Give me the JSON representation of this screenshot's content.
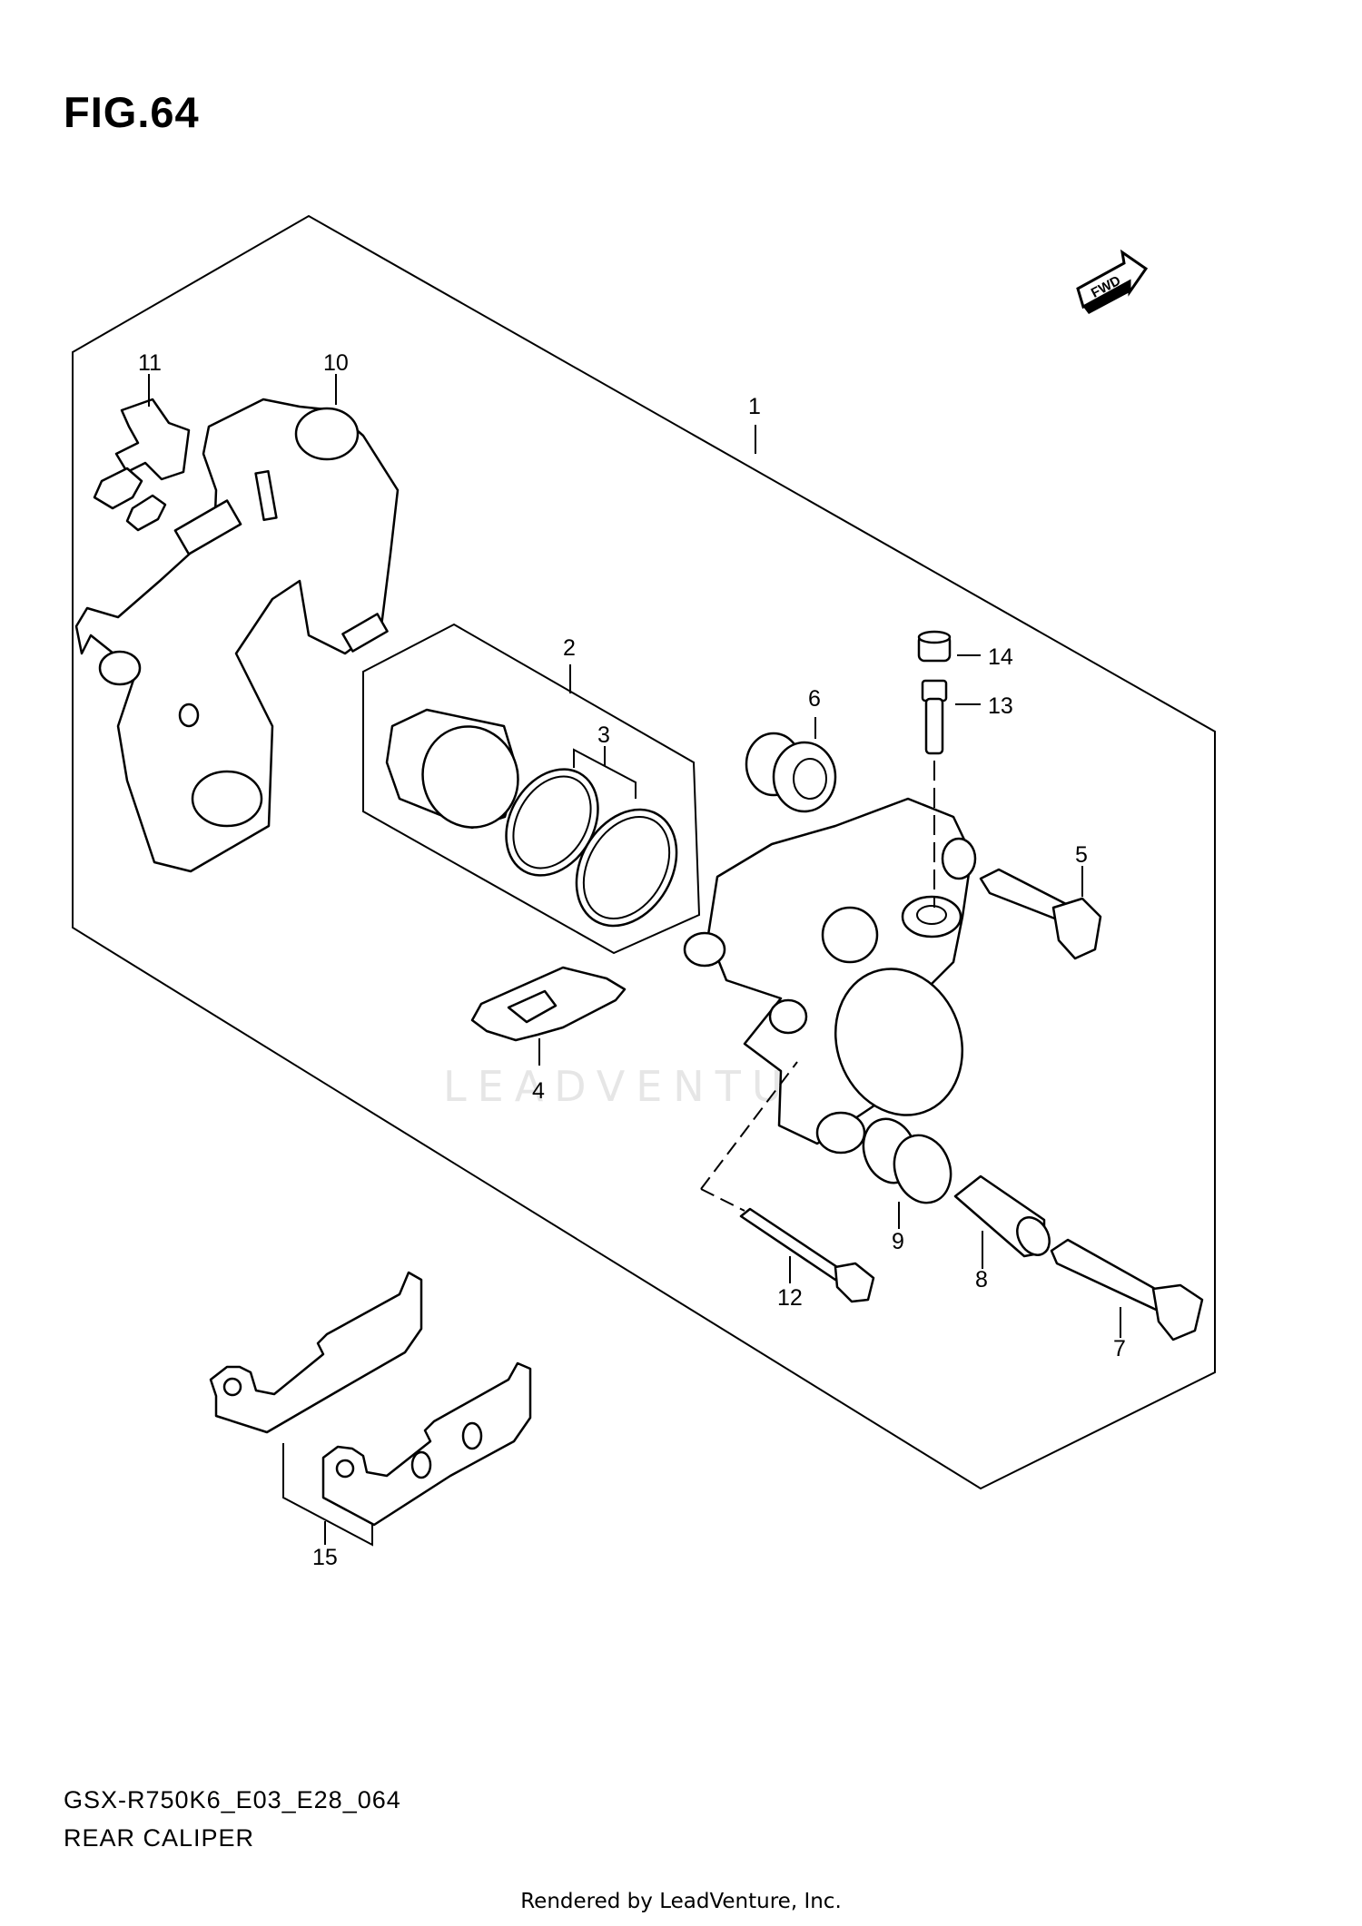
{
  "figure_title": "FIG.64",
  "diagram_code": "GSX-R750K6_E03_E28_064",
  "diagram_name": "REAR CALIPER",
  "watermark": "LEADVENTURE",
  "footer": "Rendered by LeadVenture, Inc.",
  "direction_badge": "FWD",
  "callouts": {
    "c1": "1",
    "c2": "2",
    "c3": "3",
    "c4": "4",
    "c5": "5",
    "c6": "6",
    "c7": "7",
    "c8": "8",
    "c9": "9",
    "c10": "10",
    "c11": "11",
    "c12": "12",
    "c13": "13",
    "c14": "14",
    "c15": "15"
  }
}
